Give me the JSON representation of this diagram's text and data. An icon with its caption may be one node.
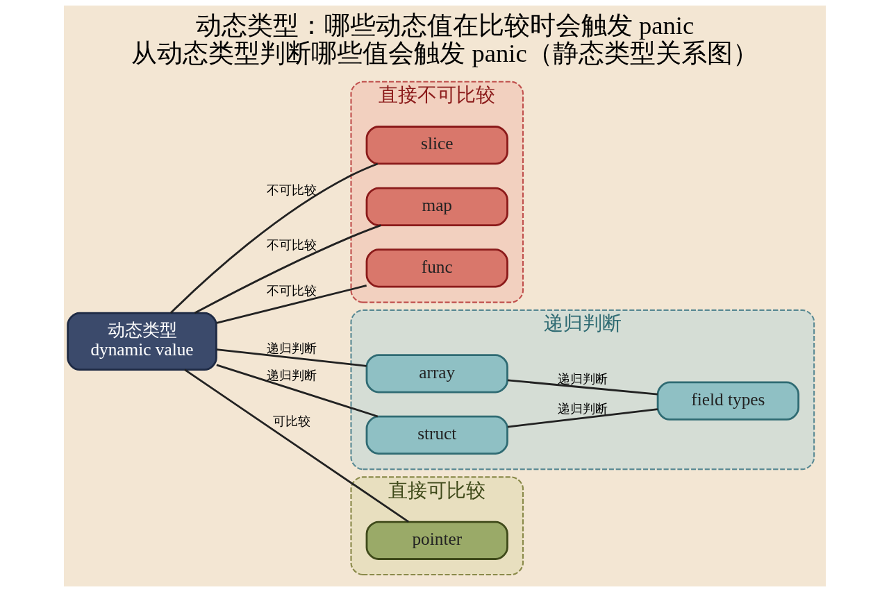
{
  "diagram": {
    "title": "动态类型：哪些动态值在比较时会触发 panic",
    "caption": "从动态类型判断哪些值会触发 panic（静态类型关系图）",
    "nodes": [
      {
        "text": [
          "动态类型",
          "dynamic value"
        ]
      },
      {
        "text": [
          "直接不可比较"
        ]
      },
      {
        "text": [
          "slice"
        ],
        "in": 1
      },
      {
        "text": [
          "map"
        ],
        "in": 1
      },
      {
        "text": [
          "func"
        ],
        "in": 1
      },
      {
        "text": [
          "递归判断"
        ]
      },
      {
        "text": [
          "array"
        ],
        "in": 5
      },
      {
        "text": [
          "struct"
        ],
        "in": 5
      },
      {
        "text": [
          "field types"
        ],
        "in": 5
      },
      {
        "text": [
          "直接可比较"
        ]
      },
      {
        "text": [
          "pointer"
        ],
        "in": 9
      }
    ],
    "edges": [
      {
        "from": 0,
        "to": 2,
        "arrow": "none",
        "label": "不可比较"
      },
      {
        "from": 0,
        "to": 3,
        "arrow": "none",
        "label": "不可比较"
      },
      {
        "from": 0,
        "to": 4,
        "arrow": "none",
        "label": "不可比较"
      },
      {
        "from": 0,
        "to": 6,
        "arrow": "none",
        "label": "递归判断"
      },
      {
        "from": 0,
        "to": 7,
        "arrow": "none",
        "label": "递归判断"
      },
      {
        "from": 0,
        "to": 10,
        "arrow": "none",
        "label": "可比较"
      },
      {
        "from": 6,
        "to": 8,
        "arrow": "none",
        "label": "递归判断"
      },
      {
        "from": 7,
        "to": 8,
        "arrow": "none",
        "label": "递归判断"
      }
    ]
  }
}
